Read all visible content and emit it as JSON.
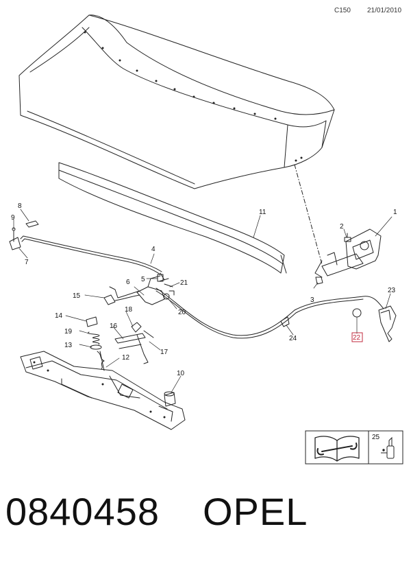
{
  "header": {
    "code": "C150",
    "date": "21/01/2010"
  },
  "callouts": {
    "c1": "1",
    "c2": "2",
    "c3": "3",
    "c4": "4",
    "c5": "5",
    "c6": "6",
    "c7": "7",
    "c8": "8",
    "c9": "9",
    "c10": "10",
    "c11": "11",
    "c12": "12",
    "c13": "13",
    "c14": "14",
    "c15": "15",
    "c16": "16",
    "c17": "17",
    "c18": "18",
    "c19": "19",
    "c20": "20",
    "c21": "21",
    "c22": "22",
    "c23": "23",
    "c24": "24",
    "c25": "25"
  },
  "legend_icons": [
    "manual-book-icon",
    "spanner-icon",
    "grease-gun-icon"
  ],
  "highlight_color": "#c0283c",
  "footer": {
    "part_number": "0840458",
    "brand": "OPEL"
  }
}
